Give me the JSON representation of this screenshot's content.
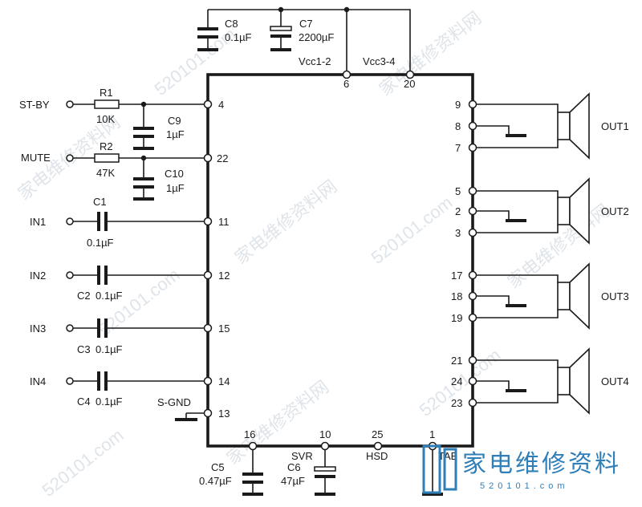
{
  "power": {
    "c8": {
      "ref": "C8",
      "value": "0.1µF"
    },
    "c7": {
      "ref": "C7",
      "value": "2200µF"
    },
    "vcc12": "Vcc1-2",
    "vcc34": "Vcc3-4",
    "pin6": "6",
    "pin20": "20"
  },
  "standby": {
    "label": "ST-BY",
    "r": "R1",
    "r_value": "10K",
    "c": "C9",
    "c_value": "1µF",
    "pin": "4"
  },
  "mute": {
    "label": "MUTE",
    "r": "R2",
    "r_value": "47K",
    "c": "C10",
    "c_value": "1µF",
    "pin": "22"
  },
  "inputs": [
    {
      "label": "IN1",
      "cap": "C1",
      "value": "0.1µF",
      "pin": "11"
    },
    {
      "label": "IN2",
      "cap": "C2",
      "value": "0.1µF",
      "pin": "12"
    },
    {
      "label": "IN3",
      "cap": "C3",
      "value": "0.1µF",
      "pin": "15"
    },
    {
      "label": "IN4",
      "cap": "C4",
      "value": "0.1µF",
      "pin": "14"
    }
  ],
  "sgnd": {
    "label": "S-GND",
    "pin": "13"
  },
  "bottom": {
    "pin16": "16",
    "pin10": "10",
    "pin25": "25",
    "pin1": "1",
    "svr": "SVR",
    "hsd": "HSD",
    "tab": "TAB",
    "c5": "C5",
    "c5_value": "0.47µF",
    "c6": "C6",
    "c6_value": "47µF"
  },
  "outputs": [
    {
      "label": "OUT1",
      "pins": [
        "9",
        "8",
        "7"
      ]
    },
    {
      "label": "OUT2",
      "pins": [
        "5",
        "2",
        "3"
      ]
    },
    {
      "label": "OUT3",
      "pins": [
        "17",
        "18",
        "19"
      ]
    },
    {
      "label": "OUT4",
      "pins": [
        "21",
        "24",
        "23"
      ]
    }
  ],
  "watermark": {
    "site": "520101.com",
    "cn": "家电维修资料网",
    "logo_cn": "家电维修资料",
    "logo_url": "520101.com"
  }
}
